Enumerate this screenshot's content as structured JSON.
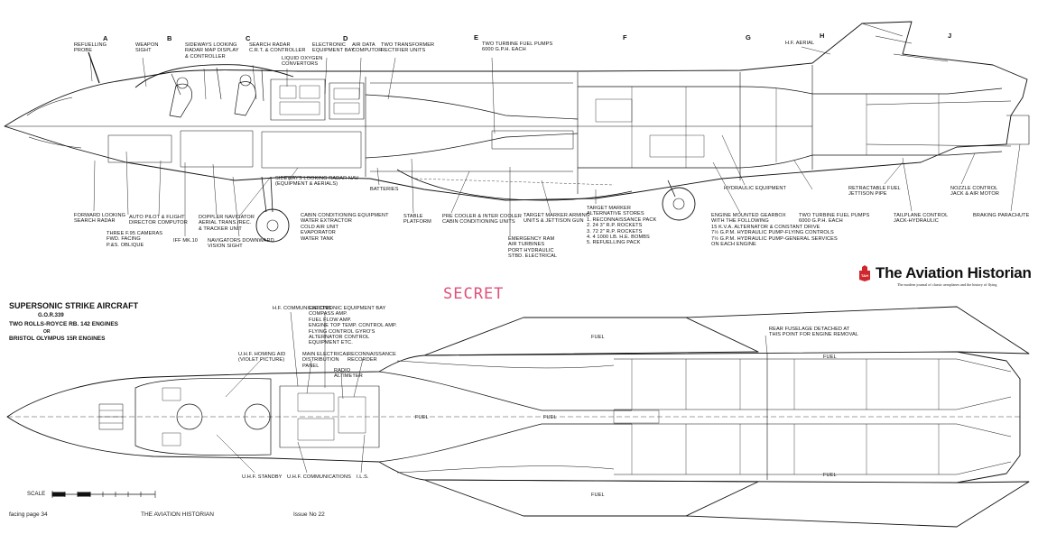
{
  "title": {
    "line1": "SUPERSONIC STRIKE AIRCRAFT",
    "line2": "G.O.R.339",
    "line3": "TWO ROLLS-ROYCE RB. 142 ENGINES",
    "line4": "OR",
    "line5": "BRISTOL OLYMPUS 15R ENGINES"
  },
  "stamp": "SECRET",
  "brand": {
    "name": "The Aviation Historian",
    "tagline": "The modern journal of classic aeroplanes and the history of flying",
    "logo_text": "TAH",
    "accent_color": "#d0262e"
  },
  "footer": {
    "left": "facing page 34",
    "center": "THE AVIATION HISTORIAN",
    "right": "Issue No 22"
  },
  "scale_label": "SCALE",
  "station_letters": [
    "A",
    "B",
    "C",
    "D",
    "E",
    "F",
    "G",
    "H",
    "J"
  ],
  "side_labels": {
    "refuelling_probe": [
      "REFUELLING",
      "PROBE"
    ],
    "weapon_sight": [
      "WEAPON",
      "SIGHT"
    ],
    "sideways_radar_display": [
      "SIDEWAYS LOOKING",
      "RADAR MAP DISPLAY",
      "& CONTROLLER"
    ],
    "search_radar_crt": [
      "SEARCH RADAR",
      "C.R.T. & CONTROLLER"
    ],
    "liquid_oxygen": [
      "LIQUID OXYGEN",
      "CONVERTORS"
    ],
    "electronic_bay": [
      "ELECTRONIC",
      "EQUIPMENT BAY"
    ],
    "air_data": [
      "AIR DATA",
      "COMPUTOR"
    ],
    "transformer": [
      "TWO TRANSFORMER",
      "RECTIFIER UNITS"
    ],
    "turbine_pumps_top": [
      "TWO TURBINE FUEL PUMPS",
      "6000 G.P.H. EACH"
    ],
    "hf_aerial": [
      "H.F. AERIAL"
    ],
    "forward_radar": [
      "FORWARD LOOKING",
      "SEARCH RADAR"
    ],
    "cameras": [
      "THREE F.95 CAMERAS",
      "FWD. FACING",
      "P.&S. OBLIQUE"
    ],
    "autopilot": [
      "AUTO PILOT & FLIGHT",
      "DIRECTOR COMPUTOR"
    ],
    "iff": [
      "IFF MK.10"
    ],
    "doppler": [
      "DOPPLER NAVIGATOR",
      "AERIAL TRANS./REC.",
      "& TRACKER UNIT"
    ],
    "nav_sight": [
      "NAVIGATORS DOWNWARD",
      "VISION SIGHT"
    ],
    "sideways_radar_nav": [
      "SIDEWAYS LOOKING RADAR NAV",
      "(EQUIPMENT & AERIALS)"
    ],
    "cabin_conditioning": [
      "CABIN CONDITIONING EQUIPMENT",
      "WATER EXTRACTOR",
      "COLD AIR UNIT",
      "EVAPORATOR",
      "WATER TANK"
    ],
    "batteries": [
      "BATTERIES"
    ],
    "stable_platform": [
      "STABLE",
      "PLATFORM"
    ],
    "precooler": [
      "PRE COOLER & INTER COOLER",
      "CABIN CONDITIONING UNITS"
    ],
    "emergency_ram": [
      "EMERGENCY RAM",
      "AIR TURBINES",
      "PORT HYDRAULIC",
      "STBD. ELECTRICAL"
    ],
    "target_marker_units": [
      "TARGET MARKER ARMING",
      "UNITS & JETTISON GUN"
    ],
    "stores": [
      "TARGET MARKER",
      "ALTERNATIVE STORES",
      "1. RECONNAISSANCE PACK",
      "2. 24  3\" R.P. ROCKETS",
      "3. 72  2\" R.P. ROCKETS",
      "4. 4  1000 LB. H.E. BOMBS",
      "5. REFUELLING PACK"
    ],
    "gearbox": [
      "ENGINE MOUNTED GEARBOX",
      "WITH THE FOLLOWING",
      "15 K.V.A. ALTERNATOR & CONSTANT DRIVE",
      "7½ G.P.M. HYDRAULIC PUMP-FLYING CONTROLS",
      "7½ G.P.M. HYDRAULIC PUMP-GENERAL SERVICES",
      "ON EACH ENGINE"
    ],
    "hydraulic": [
      "HYDRAULIC EQUIPMENT"
    ],
    "turbine_pumps_bottom": [
      "TWO TURBINE FUEL PUMPS",
      "6000 G.P.H. EACH"
    ],
    "jettison": [
      "RETRACTABLE FUEL",
      "JETTISON PIPE"
    ],
    "tailplane": [
      "TAILPLANE CONTROL",
      "JACK-HYDRAULIC"
    ],
    "nozzle": [
      "NOZZLE CONTROL",
      "JACK & AIR MOTOR"
    ],
    "parachute": [
      "BRAKING PARACHUTE"
    ]
  },
  "plan_labels": {
    "hf_comms": [
      "H.F. COMMUNICATIONS"
    ],
    "electronic_bay": [
      "ELECTRONIC EQUIPMENT BAY",
      "COMPASS AMP.",
      "FUEL FLOW AMP.",
      "ENGINE TOP TEMP. CONTROL AMP.",
      "FLYING CONTROL GYRO'S",
      "ALTERNATOR CONTROL",
      "EQUIPMENT ETC."
    ],
    "uhf_homing": [
      "U.H.F. HOMING AID",
      "(VIOLET PICTURE)"
    ],
    "main_elec": [
      "MAIN ELECTRICAL",
      "DISTRIBUTION",
      "PANEL"
    ],
    "recon_recorder": [
      "RECONNAISSANCE",
      "RECORDER"
    ],
    "radio_altimeter": [
      "RADIO",
      "ALTIMETER"
    ],
    "uhf_standby": [
      "U.H.F. STANDBY"
    ],
    "uhf_comms": [
      "U.H.F. COMMUNICATIONS"
    ],
    "ils": [
      "I.L.S."
    ],
    "rear_fuselage": [
      "REAR FUSELAGE DETACHED AT",
      "THIS POINT FOR ENGINE REMOVAL"
    ],
    "fuel": "FUEL"
  },
  "colors": {
    "ink": "#111111",
    "stamp": "#e0507a"
  }
}
